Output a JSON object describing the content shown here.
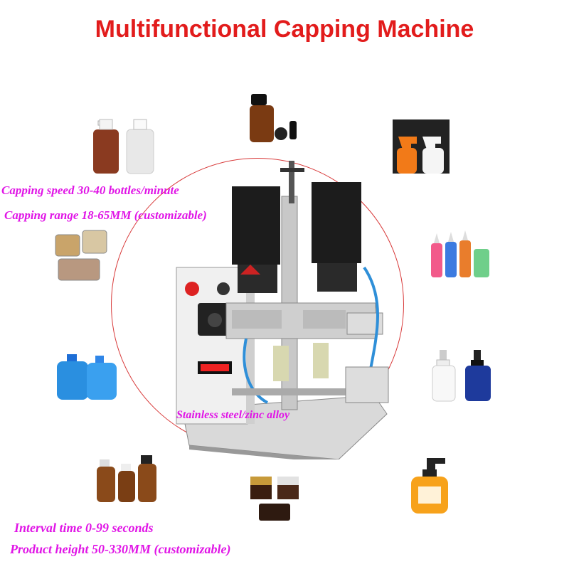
{
  "title": "Multifunctional Capping Machine",
  "specs": {
    "speed": "Capping speed 30-40 bottles/minute",
    "range": "Capping range  18-65MM (customizable)",
    "material": "Stainless steel/zinc alloy",
    "interval": "Interval time  0-99 seconds",
    "height": "Product height  50-330MM (customizable)"
  },
  "colors": {
    "title": "#e21c1c",
    "spec": "#e014e6",
    "circle": "#d83a3a"
  }
}
